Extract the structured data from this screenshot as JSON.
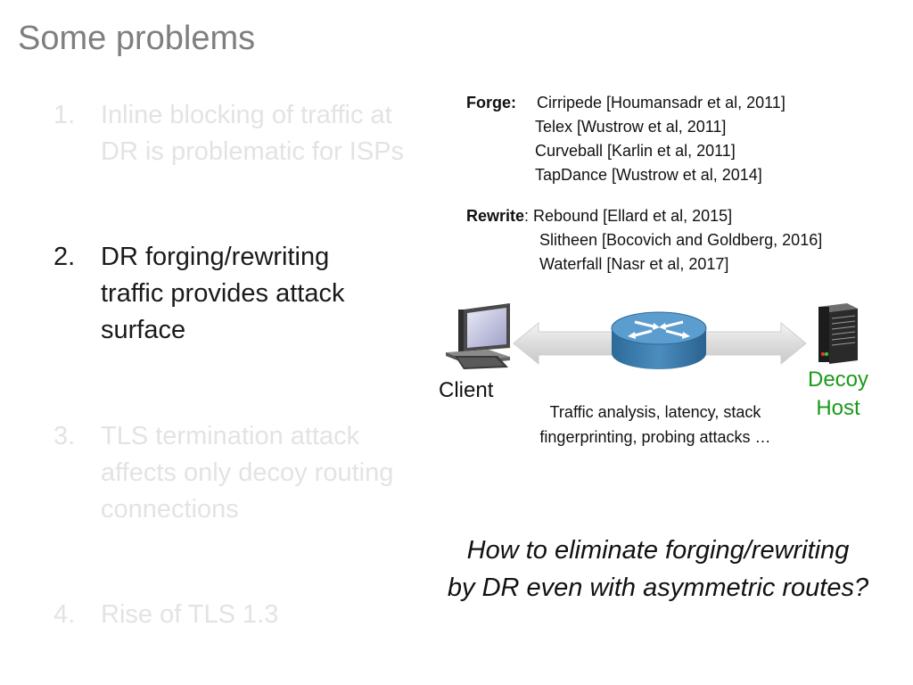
{
  "slide": {
    "title": "Some problems"
  },
  "problems": [
    {
      "number": "1.",
      "line1": "Inline blocking of traffic at",
      "line2": "DR is problematic for ISPs",
      "line3": ""
    },
    {
      "number": "2.",
      "line1": "DR forging/rewriting",
      "line2": "traffic provides attack",
      "line3": "surface"
    },
    {
      "number": "3.",
      "line1": "TLS termination attack",
      "line2": "affects only decoy routing",
      "line3": "connections"
    },
    {
      "number": "4.",
      "line1": "Rise of TLS 1.3",
      "line2": "",
      "line3": ""
    }
  ],
  "forge": {
    "heading": "Forge:",
    "items": [
      "Cirripede [Houmansadr et al, 2011]",
      "Telex [Wustrow et al, 2011]",
      "Curveball [Karlin et al, 2011]",
      "TapDance [Wustrow et al, 2014]"
    ]
  },
  "rewrite": {
    "heading": "Rewrite",
    "items": [
      ": Rebound [Ellard et al, 2015]",
      "Slitheen [Bocovich and Goldberg, 2016]",
      "Waterfall [Nasr et al, 2017]"
    ]
  },
  "diagram": {
    "client_label": "Client",
    "decoy_line1": "Decoy",
    "decoy_line2": "Host",
    "caption_line1": "Traffic analysis, latency, stack",
    "caption_line2": "fingerprinting, probing attacks …",
    "icons": [
      "computer-icon",
      "router-icon",
      "server-icon"
    ],
    "colors": {
      "decoy": "#1a9a1a",
      "arrow": "#d9d9d9",
      "router": "#3b7aa8"
    }
  },
  "question": {
    "line1": "How to eliminate forging/rewriting",
    "line2": "by DR even with asymmetric routes?"
  }
}
